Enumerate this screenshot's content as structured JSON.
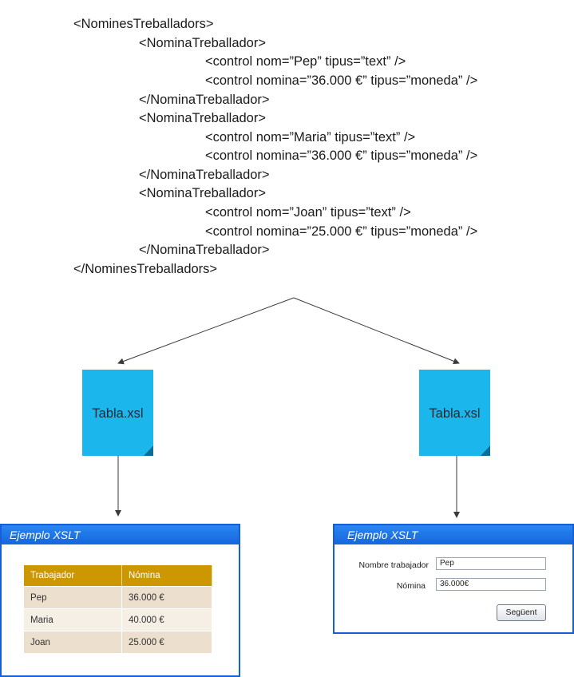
{
  "xml_lines": [
    {
      "indent": 0,
      "text": "<NominesTreballadors>"
    },
    {
      "indent": 1,
      "text": "<NominaTreballador>"
    },
    {
      "indent": 2,
      "text": "<control nom=”Pep” tipus=”text” />"
    },
    {
      "indent": 2,
      "text": "<control nomina=”36.000 €” tipus=”moneda” />"
    },
    {
      "indent": 1,
      "text": "</NominaTreballador>"
    },
    {
      "indent": 1,
      "text": "<NominaTreballador>"
    },
    {
      "indent": 2,
      "text": "<control nom=”Maria” tipus=”text” />"
    },
    {
      "indent": 2,
      "text": "<control nomina=”36.000 €” tipus=”moneda” />"
    },
    {
      "indent": 1,
      "text": "</NominaTreballador>"
    },
    {
      "indent": 1,
      "text": "<NominaTreballador>"
    },
    {
      "indent": 2,
      "text": "<control nom=”Joan” tipus=”text” />"
    },
    {
      "indent": 2,
      "text": "<control nomina=”25.000 €” tipus=”moneda” />"
    },
    {
      "indent": 1,
      "text": "</NominaTreballador>"
    },
    {
      "indent": 0,
      "text": "</NominesTreballadors>"
    }
  ],
  "stylesheets": {
    "left": {
      "label": "Tabla.xsl"
    },
    "right": {
      "label": "Tabla.xsl"
    }
  },
  "table_window": {
    "title": "Ejemplo XSLT",
    "headers": [
      "Trabajador",
      "Nómina"
    ],
    "rows": [
      [
        "Pep",
        "36.000 €"
      ],
      [
        "Maria",
        "40.000 €"
      ],
      [
        "Joan",
        "25.000 €"
      ]
    ]
  },
  "form_window": {
    "title": "Ejemplo XSLT",
    "name_label": "Nombre trabajador",
    "name_value": "Pep",
    "salary_label": "Nómina",
    "salary_value": "36.000€",
    "next_button": "Següent"
  },
  "colors": {
    "doc_fill": "#1ab6ec",
    "window_title": "#1466dc",
    "table_header": "#cc9700"
  }
}
